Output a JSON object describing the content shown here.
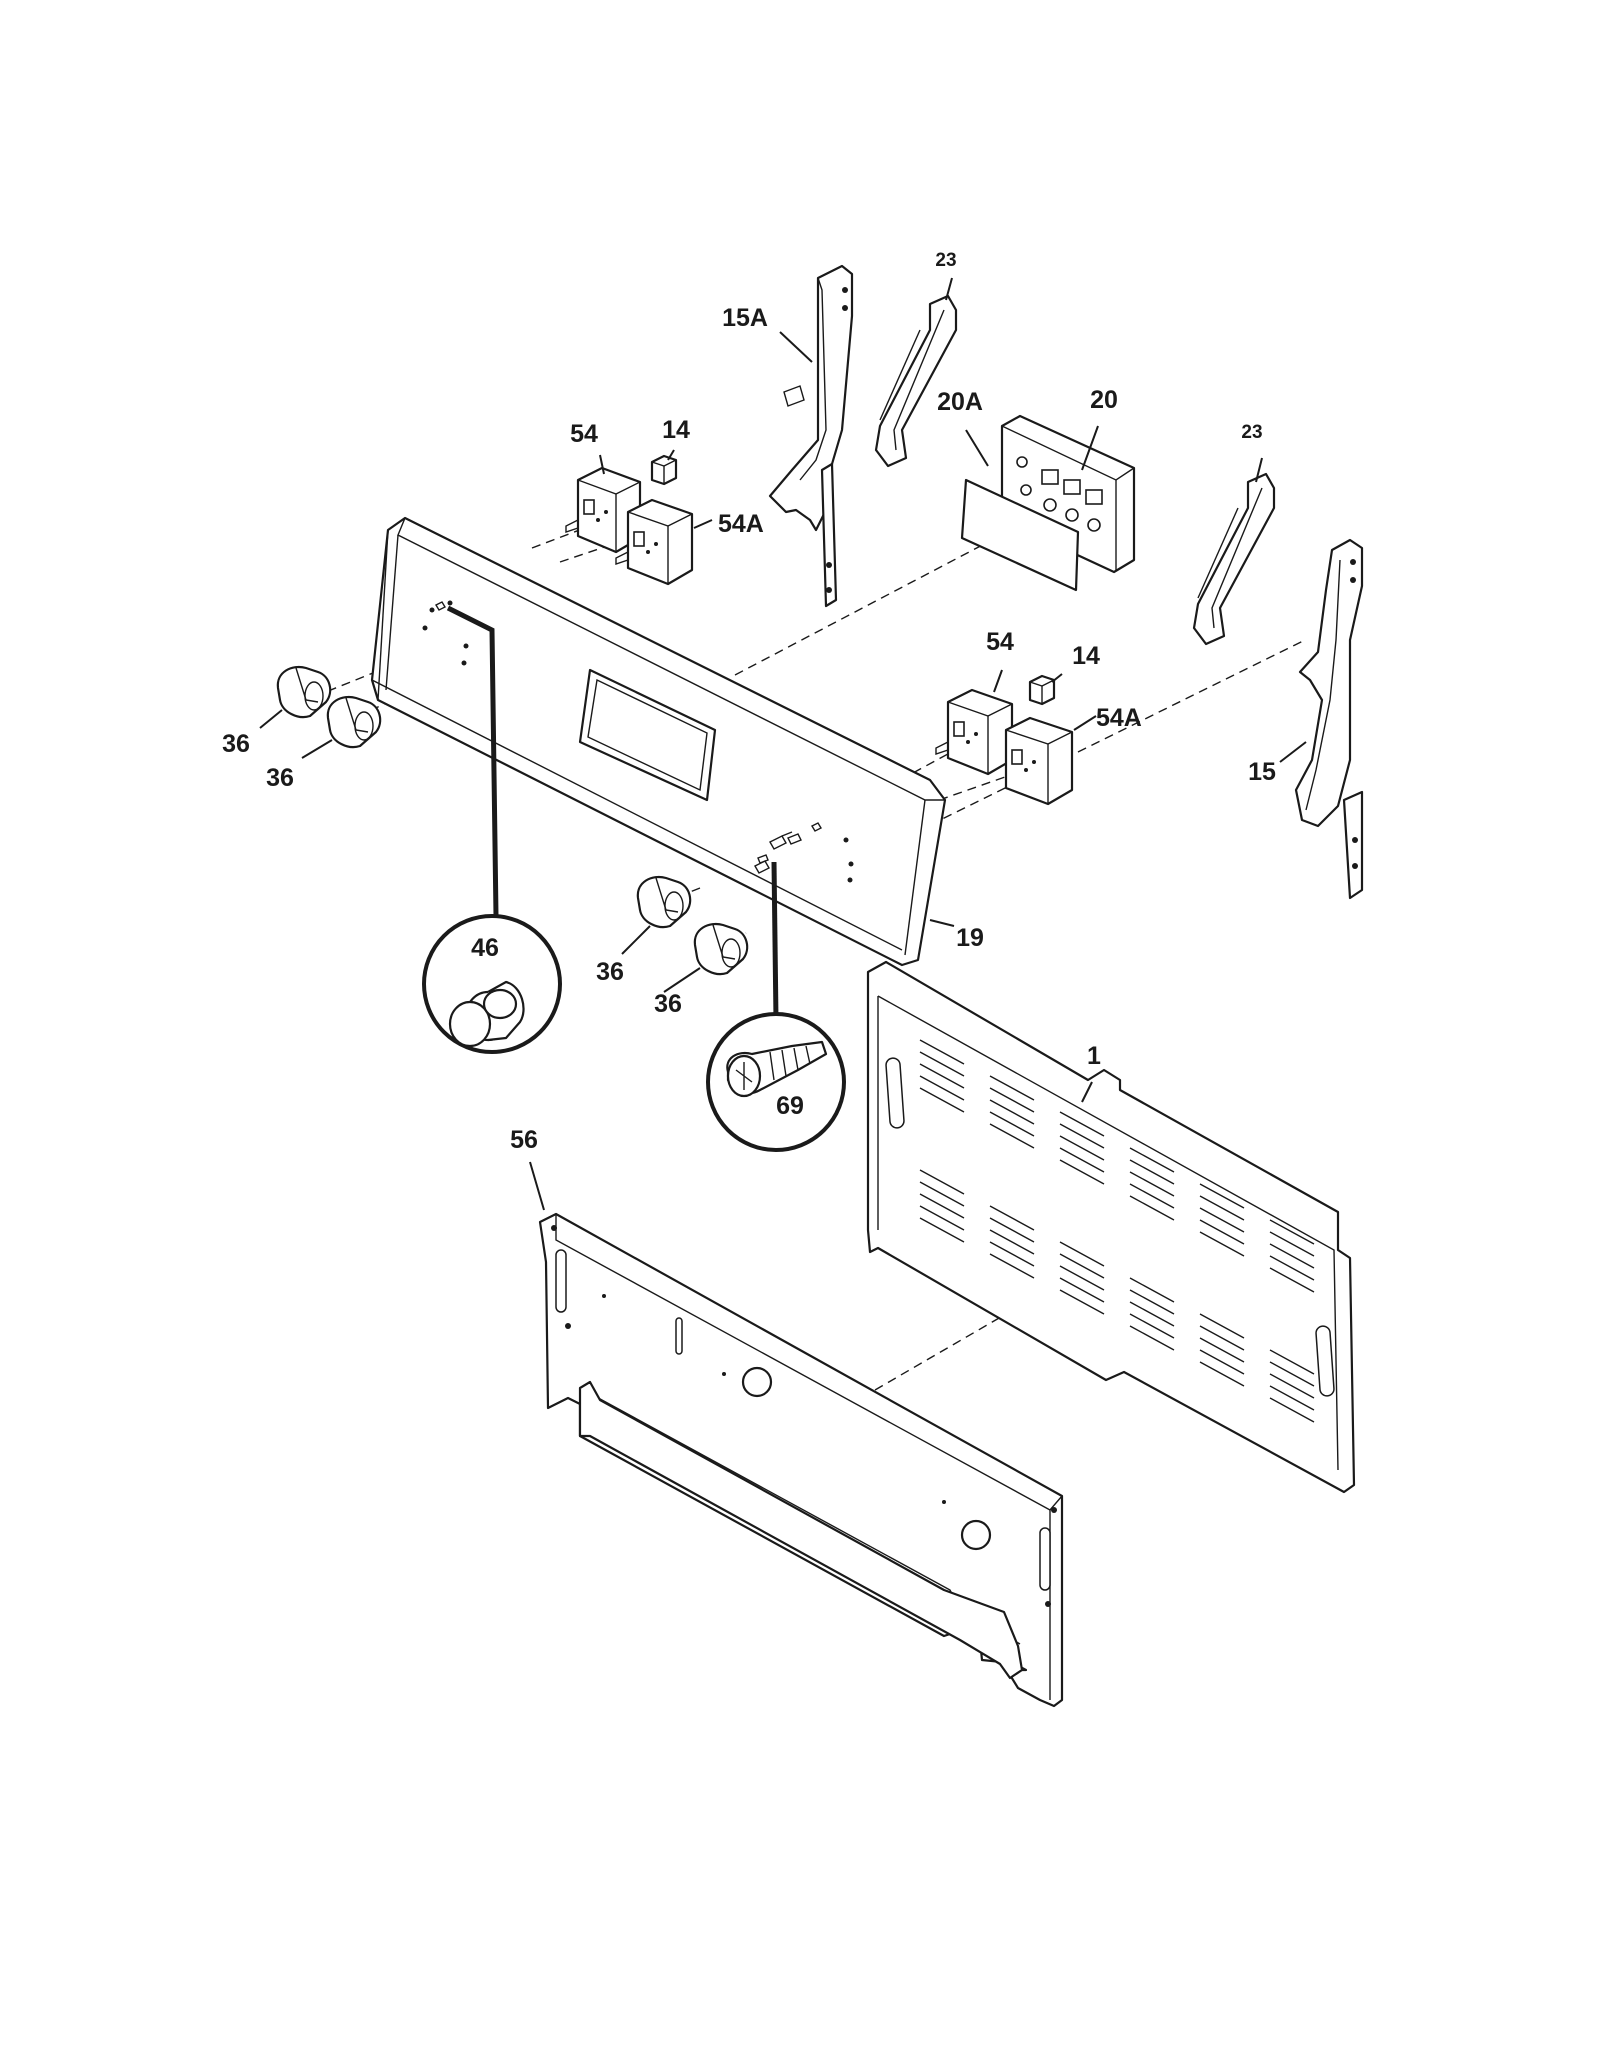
{
  "callouts": {
    "c23_top": "23",
    "c15A": "15A",
    "c20A": "20A",
    "c20": "20",
    "c23_right": "23",
    "c54_left": "54",
    "c14_left": "14",
    "c54A_left": "54A",
    "c54_right": "54",
    "c14_right": "14",
    "c54A_right": "54A",
    "c15": "15",
    "c36_a": "36",
    "c36_b": "36",
    "c36_c": "36",
    "c36_d": "36",
    "c19": "19",
    "c46": "46",
    "c69": "69",
    "c1": "1",
    "c56": "56"
  }
}
